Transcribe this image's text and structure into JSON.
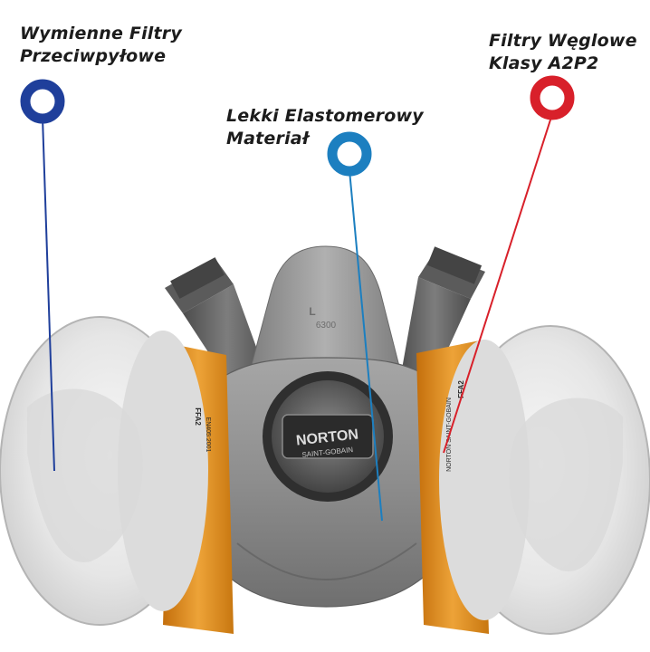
{
  "callouts": {
    "left": {
      "line1": "Wymienne Filtry",
      "line2": "Przeciwpyłowe",
      "color": "#1f3f9b"
    },
    "center": {
      "line1": "Lekki Elastomerowy",
      "line2": "Materiał",
      "color": "#1c7fc0"
    },
    "right": {
      "line1": "Filtry Węglowe",
      "line2": "Klasy A2P2",
      "color": "#d8202a"
    }
  },
  "product": {
    "valve_brand": "NORTON",
    "valve_sub": "SAINT-GOBAIN",
    "mask_size": "L",
    "mask_model": "6300",
    "left_filter": {
      "code1": "FFA2",
      "code2": "EN405:2001"
    },
    "right_filter": {
      "brand": "NORTON SAINT-GOBAIN",
      "code1": "FFA2"
    }
  },
  "colors": {
    "mask_body": "#8e8e8e",
    "filter_label": "#e08a1a",
    "filter_cap": "#ececec",
    "strap": "#5a5a5a"
  }
}
